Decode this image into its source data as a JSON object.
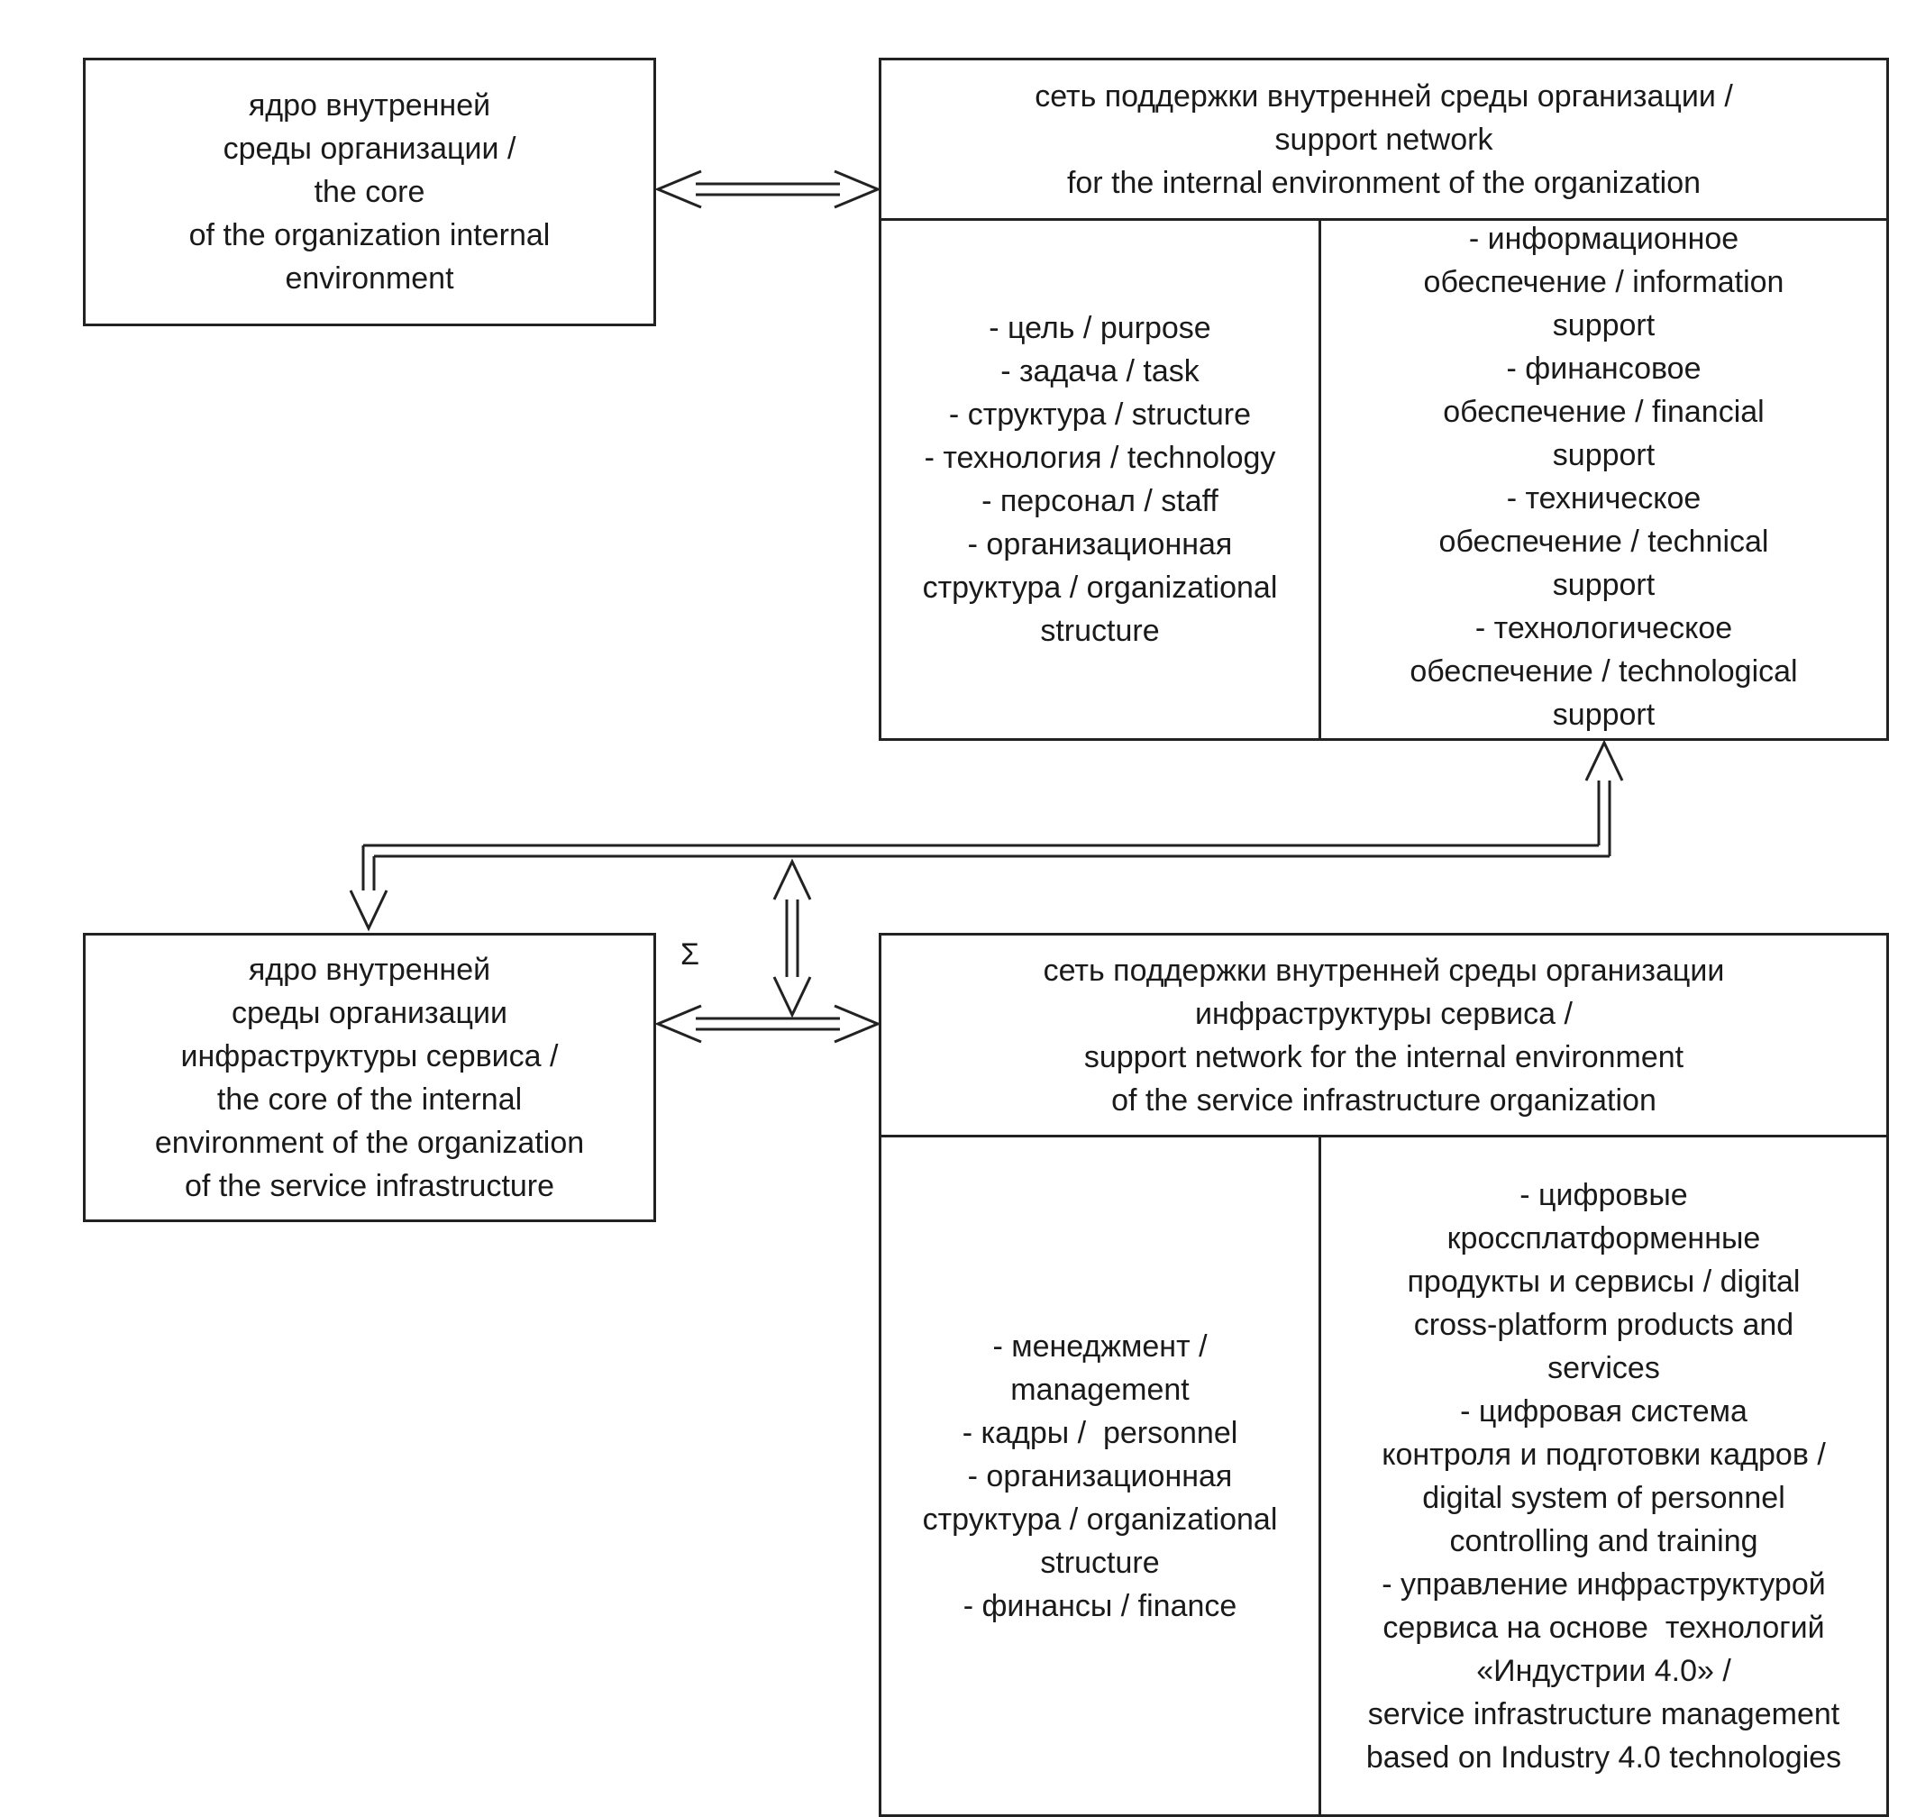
{
  "top_core": {
    "text": "ядро внутренней\nсреды организации /\nthe core\nof the organization internal\nenvironment"
  },
  "top_support": {
    "header": "сеть поддержки внутренней среды организации /\nsupport network\nfor the internal environment of the organization",
    "left": "- цель / purpose\n- задача / task\n- структура / structure\n- технология / technology\n- персонал / staff\n- организационная\nструктура / organizational\nstructure",
    "right": "- информационное\nобеспечение / information\nsupport\n- финансовое\nобеспечение / financial\nsupport\n- техническое\nобеспечение / technical\nsupport\n- технологическое\nобеспечение / technological\nsupport"
  },
  "bottom_core": {
    "text": "ядро внутренней\nсреды организации\nинфраструктуры сервиса /\nthe core of the internal\nenvironment of the organization\nof the service infrastructure"
  },
  "bottom_support": {
    "header": "сеть поддержки внутренней среды организации\nинфраструктуры сервиса /\nsupport network for the internal environment\nof the service infrastructure organization",
    "left": "- менеджмент /\nmanagement\n- кадры /  personnel\n- организационная\nструктура / organizational\nstructure\n- финансы / finance",
    "right": "- цифровые\nкроссплатформенные\nпродукты и сервисы / digital\ncross-platform products and\nservices\n- цифровая система\nконтроля и подготовки кадров /\ndigital system of personnel\ncontrolling and training\n- управление инфраструктурой\nсервиса на основе  технологий\n«Индустрии 4.0» /\nservice infrastructure management\nbased on Industry 4.0 technologies"
  },
  "sigma": "Σ"
}
